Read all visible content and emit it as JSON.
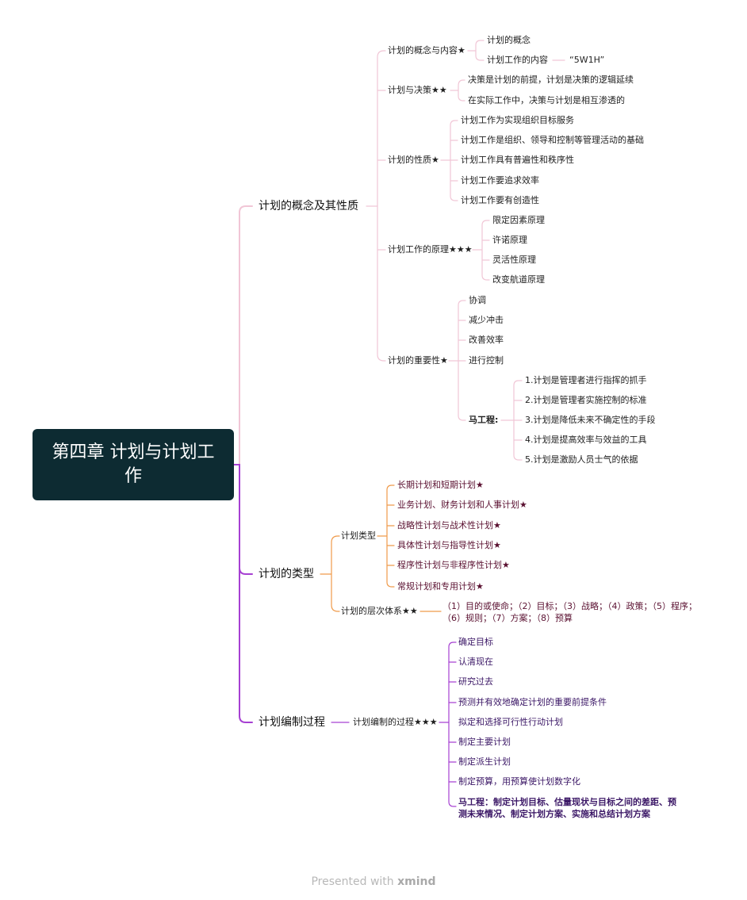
{
  "root": "第四章 计划与计划工作",
  "branches": {
    "concept": {
      "label": "计划的概念及其性质",
      "subs": {
        "content": {
          "label": "计划的概念与内容★",
          "items": [
            "计划的概念",
            "计划工作的内容"
          ],
          "note": "“5W1H”"
        },
        "decision": {
          "label": "计划与决策★★",
          "items": [
            "决策是计划的前提，计划是决策的逻辑延续",
            "在实际工作中，决策与计划是相互渗透的"
          ]
        },
        "nature": {
          "label": "计划的性质★",
          "items": [
            "计划工作为实现组织目标服务",
            "计划工作是组织、领导和控制等管理活动的基础",
            "计划工作具有普遍性和秩序性",
            "计划工作要追求效率",
            "计划工作要有创造性"
          ]
        },
        "principle": {
          "label": "计划工作的原理★★★",
          "items": [
            "限定因素原理",
            "许诺原理",
            "灵活性原理",
            "改变航道原理"
          ]
        },
        "importance": {
          "label": "计划的重要性★",
          "items": [
            "协调",
            "减少冲击",
            "改善效率",
            "进行控制"
          ],
          "ma_label": "马工程:",
          "ma_items": [
            "1.计划是管理者进行指挥的抓手",
            "2.计划是管理者实施控制的标准",
            "3.计划是降低未来不确定性的手段",
            "4.计划是提高效率与效益的工具",
            "5.计划是激励人员士气的依据"
          ]
        }
      }
    },
    "types": {
      "label": "计划的类型",
      "subs": {
        "kinds": {
          "label": "计划类型",
          "items": [
            "长期计划和短期计划★",
            "业务计划、财务计划和人事计划★",
            "战略性计划与战术性计划★",
            "具体性计划与指导性计划★",
            "程序性计划与非程序性计划★",
            "常规计划和专用计划★"
          ]
        },
        "hierarchy": {
          "label": "计划的层次体系★★",
          "text": "（1）目的或使命；（2）目标；（3）战略；（4）政策；（5）程序；（6）规则；（7）方案；（8）预算"
        }
      }
    },
    "process": {
      "label": "计划编制过程",
      "subs": {
        "steps": {
          "label": "计划编制的过程★★★",
          "items": [
            "确定目标",
            "认清现在",
            "研究过去",
            "预测并有效地确定计划的重要前提条件",
            "拟定和选择可行性行动计划",
            "制定主要计划",
            "制定派生计划",
            "制定预算，用预算使计划数字化"
          ],
          "ma_text": "马工程：制定计划目标、估量现状与目标之间的差距、预测未来情况、制定计划方案、实施和总结计划方案"
        }
      }
    }
  },
  "footer": {
    "presented": "Presented with",
    "brand": "xmind"
  },
  "colors": {
    "root_bg": "#0d2b32",
    "branch_pink": "#f1c6d6",
    "branch_purple": "#a640d2",
    "text_wine": "#5a1030",
    "text_purple": "#3b1766"
  }
}
